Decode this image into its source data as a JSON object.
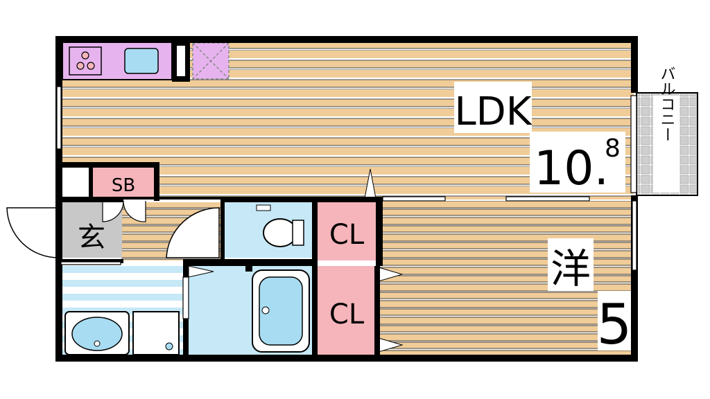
{
  "rooms": {
    "ldk": {
      "label": "LDK",
      "area_main": "10.",
      "area_sub": "8"
    },
    "western": {
      "label": "洋",
      "area": "5"
    },
    "balcony": {
      "label": "バルコニー"
    },
    "entrance": {
      "label": "玄"
    },
    "shoe_box": {
      "label": "SB"
    },
    "closet_1": {
      "label": "CL"
    },
    "closet_2": {
      "label": "CL"
    }
  },
  "colors": {
    "wall": "#000000",
    "floor_wood": "#f0cc98",
    "floor_light": "#ffffff",
    "water_area": "#c6e8f7",
    "closet": "#f5b5bb",
    "kitchen": "#e6b3ee",
    "entrance_tile": "#c8c8c8",
    "balcony_grid": "#bbbbbb",
    "fixture_blue": "#a8dcf2"
  }
}
